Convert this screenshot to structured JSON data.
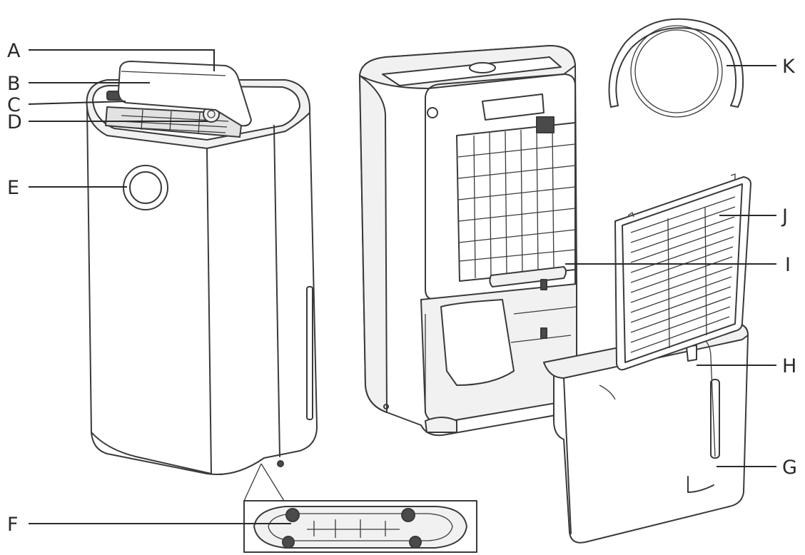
{
  "labels": {
    "A": "A",
    "B": "B",
    "C": "C",
    "D": "D",
    "E": "E",
    "F": "F",
    "G": "G",
    "H": "H",
    "I": "I",
    "J": "J",
    "K": "K"
  }
}
